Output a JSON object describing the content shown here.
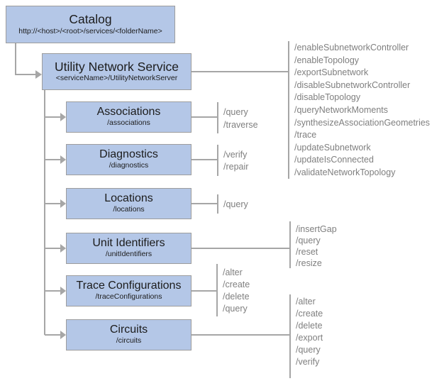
{
  "theme": {
    "box-fill": "#b4c7e7",
    "box-border": "#9d9d9d",
    "line-color": "#a6a6a6",
    "title-color": "#1c1c1c",
    "ops-color": "#7f7f7f"
  },
  "nodes": {
    "catalog": {
      "title": "Catalog",
      "subtitle": "http://<host>/<root>/services/<folderName>"
    },
    "service": {
      "title": "Utility Network Service",
      "subtitle": "<serviceName>/UtilityNetworkServer",
      "operations": [
        "/enableSubnetworkController",
        "/enableTopology",
        "/exportSubnetwork",
        "/disableSubnetworkController",
        "/disableTopology",
        "/queryNetworkMoments",
        "/synthesizeAssociationGeometries",
        "/trace",
        "/updateSubnetwork",
        "/updateIsConnected",
        "/validateNetworkTopology"
      ]
    },
    "children": [
      {
        "title": "Associations",
        "subtitle": "/associations",
        "operations": [
          "/query",
          "/traverse"
        ]
      },
      {
        "title": "Diagnostics",
        "subtitle": "/diagnostics",
        "operations": [
          "/verify",
          "/repair"
        ]
      },
      {
        "title": "Locations",
        "subtitle": "/locations",
        "operations": [
          "/query"
        ]
      },
      {
        "title": "Unit Identifiers",
        "subtitle": "/unitIdentifiers",
        "operations": [
          "/insertGap",
          "/query",
          "/reset",
          "/resize"
        ]
      },
      {
        "title": "Trace Configurations",
        "subtitle": "/traceConfigurations",
        "operations": [
          "/alter",
          "/create",
          "/delete",
          "/query"
        ]
      },
      {
        "title": "Circuits",
        "subtitle": "/circuits",
        "operations": [
          "/alter",
          "/create",
          "/delete",
          "/export",
          "/query",
          "/verify"
        ]
      }
    ]
  }
}
